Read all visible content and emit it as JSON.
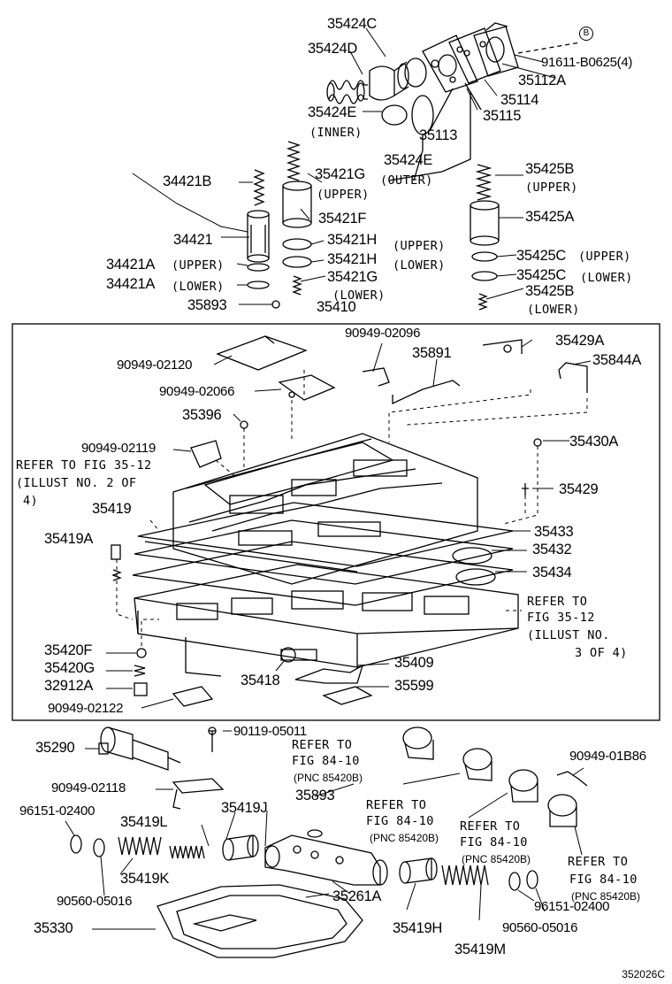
{
  "labels": {
    "l35424C": "35424C",
    "l35424D": "35424D",
    "l91611": "91611-B0625(4)",
    "l35112A": "35112A",
    "l35114": "35114",
    "l35424Ea": "35424E",
    "l35115": "35115",
    "l35113": "35113",
    "l35424Eb": "35424E",
    "l34421B": "34421B",
    "l35421G": "35421G",
    "l35425B": "35425B",
    "l34421": "34421",
    "l35421F": "35421F",
    "l35425A": "35425A",
    "l35421H1": "35421H",
    "l35425C1": "35425C",
    "l34421A1": "34421A",
    "l35421H2": "35421H",
    "l35425C2": "35425C",
    "l34421A2": "34421A",
    "l35421G2": "35421G",
    "l35425B2": "35425B",
    "l35893a": "35893",
    "l35410": "35410",
    "l90949_02096": "90949-02096",
    "l35429A": "35429A",
    "l90949_02120": "90949-02120",
    "l35891": "35891",
    "l35844A": "35844A",
    "l90949_02066": "90949-02066",
    "l35396": "35396",
    "l90949_02119": "90949-02119",
    "l35430A": "35430A",
    "l35419": "35419",
    "l35429": "35429",
    "l35419A": "35419A",
    "l35433": "35433",
    "l35432": "35432",
    "l35434": "35434",
    "l35420F": "35420F",
    "l35409": "35409",
    "l35420G": "35420G",
    "l35599": "35599",
    "l32912A": "32912A",
    "l35418": "35418",
    "l90949_02122": "90949-02122",
    "l35290": "35290",
    "l90119": "90119-05011",
    "l90949_01B86": "90949-01B86",
    "l90949_02118": "90949-02118",
    "l35893b": "35893",
    "l96151a": "96151-02400",
    "l35419L": "35419L",
    "l35419J": "35419J",
    "l35419K": "35419K",
    "l90560a": "90560-05016",
    "l35261A": "35261A",
    "l35330": "35330",
    "l35419H": "35419H",
    "l35419M": "35419M",
    "l90560b": "90560-05016",
    "l96151b": "96151-02400"
  },
  "qualifiers": {
    "inner": "(INNER)",
    "outer": "(OUTER)",
    "upper1": "(UPPER)",
    "upper2": "(UPPER)",
    "upper3": "(UPPER)",
    "upper4": "(UPPER)",
    "upper5": "(UPPER)",
    "lower1": "(LOWER)",
    "lower2": "(LOWER)",
    "lower3": "(LOWER)",
    "lower4": "(LOWER)",
    "lower5": "(LOWER)"
  },
  "refs": {
    "ref1a": "REFER TO FIG 35-12",
    "ref1b": "(ILLUST NO. 2 OF",
    "ref1c": "4)",
    "ref2a": "REFER TO",
    "ref2b": "FIG 35-12",
    "ref2c": "(ILLUST NO.",
    "ref2d": "3 OF 4)",
    "ref3a": "REFER TO",
    "ref3b": "FIG 84-10",
    "ref3c": "(PNC 85420B)",
    "ref4a": "REFER TO",
    "ref4b": "FIG 84-10",
    "ref4c": "(PNC 85420B)",
    "ref5a": "REFER TO",
    "ref5b": "FIG 84-10",
    "ref5c": "(PNC 85420B)",
    "ref6a": "REFER TO",
    "ref6b": "FIG 84-10",
    "ref6c": "(PNC 85420B)"
  },
  "marker": "B",
  "drawing_code": "352026C"
}
